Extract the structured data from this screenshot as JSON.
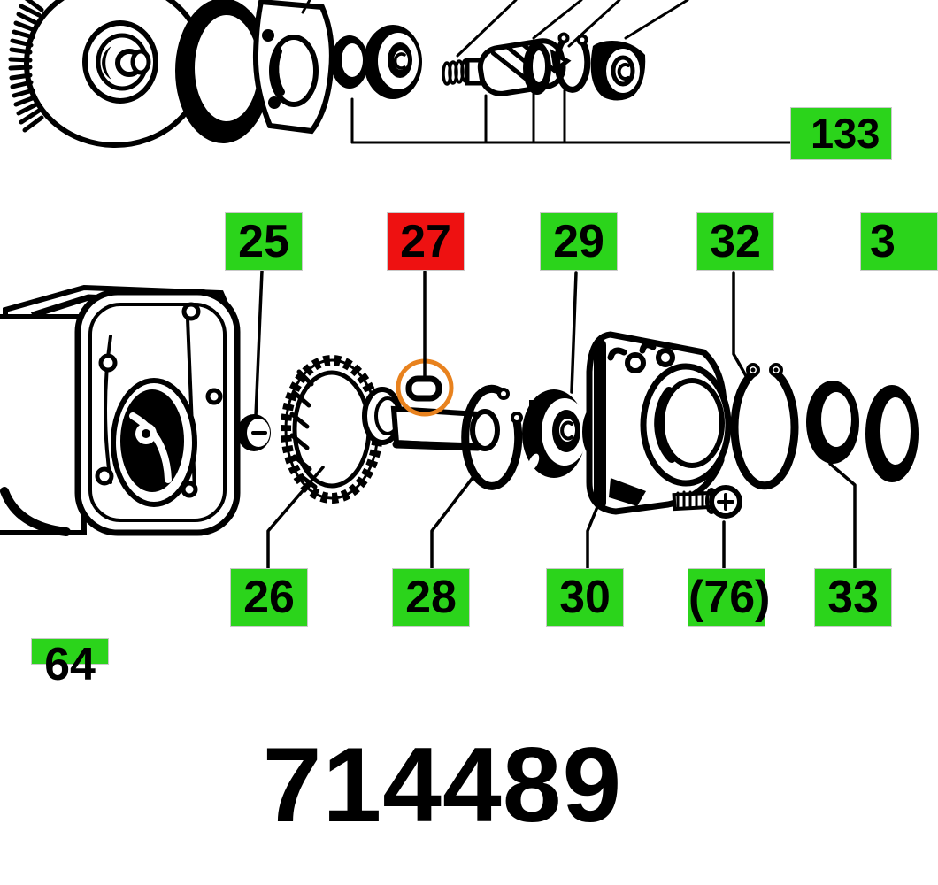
{
  "diagram": {
    "part_number": "714489",
    "callouts": {
      "c133": {
        "text": "133",
        "color": "green"
      },
      "c25": {
        "text": "25",
        "color": "green"
      },
      "c27": {
        "text": "27",
        "color": "red",
        "highlighted": true
      },
      "c29": {
        "text": "29",
        "color": "green"
      },
      "c32": {
        "text": "32",
        "color": "green"
      },
      "c3x": {
        "text": "3",
        "color": "green",
        "note": "cut off at right edge"
      },
      "c26": {
        "text": "26",
        "color": "green"
      },
      "c28": {
        "text": "28",
        "color": "green"
      },
      "c30": {
        "text": "30",
        "color": "green"
      },
      "c76": {
        "text": "(76)",
        "color": "green"
      },
      "c33": {
        "text": "33",
        "color": "green"
      },
      "c64": {
        "text": "64",
        "color": "green",
        "note": "cut off at bottom edge"
      }
    },
    "highlight": {
      "shape": "circle",
      "target_callout": "27"
    },
    "colors": {
      "green": "#2BD41B",
      "red": "#EE1111",
      "orange": "#E8821E",
      "ink": "#000000",
      "background": "#FFFFFF"
    }
  }
}
